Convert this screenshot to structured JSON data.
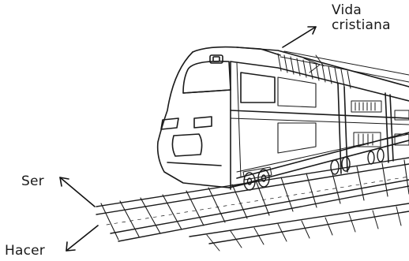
{
  "annotations": {
    "vida_line1": "Vida",
    "vida_line2": "cristiana",
    "ser": "Ser",
    "hacer": "Hacer"
  },
  "illustration": {
    "subject": "train-icon",
    "style": "line-drawing",
    "stroke_color": "#1a1a1a",
    "background_color": "#ffffff"
  }
}
